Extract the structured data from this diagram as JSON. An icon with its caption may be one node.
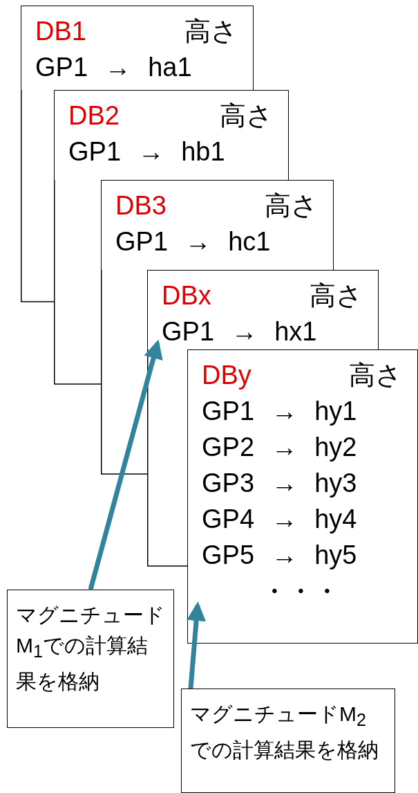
{
  "diagram": {
    "nodes": [
      {
        "text": [
          "DB1",
          "高さ",
          "GP1 → ha1"
        ]
      },
      {
        "text": [
          "DB2",
          "高さ",
          "GP1 → hb1"
        ]
      },
      {
        "text": [
          "DB3",
          "高さ",
          "GP1 → hc1"
        ]
      },
      {
        "text": [
          "DBx",
          "高さ",
          "GP1 → hx1"
        ]
      },
      {
        "text": [
          "DBy",
          "高さ",
          "GP1 → hy1",
          "GP2 → hy2",
          "GP3 → hy3",
          "GP4 → hy4",
          "GP5 → hy5",
          "・・・"
        ]
      },
      {
        "text": [
          "マグニチュードM$_{1}$での計算結果を格納"
        ]
      },
      {
        "text": [
          "マグニチュードM$_{2}$での計算結果を格納"
        ]
      }
    ],
    "edges": [
      {
        "from": 5,
        "to": 3,
        "arrow": "to"
      },
      {
        "from": 6,
        "to": 4,
        "arrow": "to"
      }
    ]
  }
}
